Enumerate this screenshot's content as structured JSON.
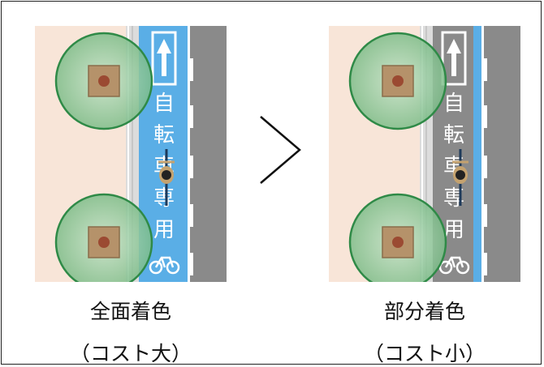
{
  "left_panel": {
    "title": "全面着色",
    "subtitle": "（コスト大）",
    "lane_text": [
      "自",
      "転",
      "車",
      "専",
      "用"
    ]
  },
  "right_panel": {
    "title": "部分着色",
    "subtitle": "（コスト小）",
    "lane_text": [
      "自",
      "転",
      "車",
      "専",
      "用"
    ]
  },
  "comparison_symbol": "greater-than",
  "colors": {
    "sidewalk": "#f8e5d8",
    "bike_lane_blue": "#5aaee6",
    "road_gray": "#8a8a8a",
    "tree_green": "#3d9a55",
    "tree_fill": "#8fc79a",
    "planter": "#b5926a",
    "stripe_white": "#ffffff"
  }
}
